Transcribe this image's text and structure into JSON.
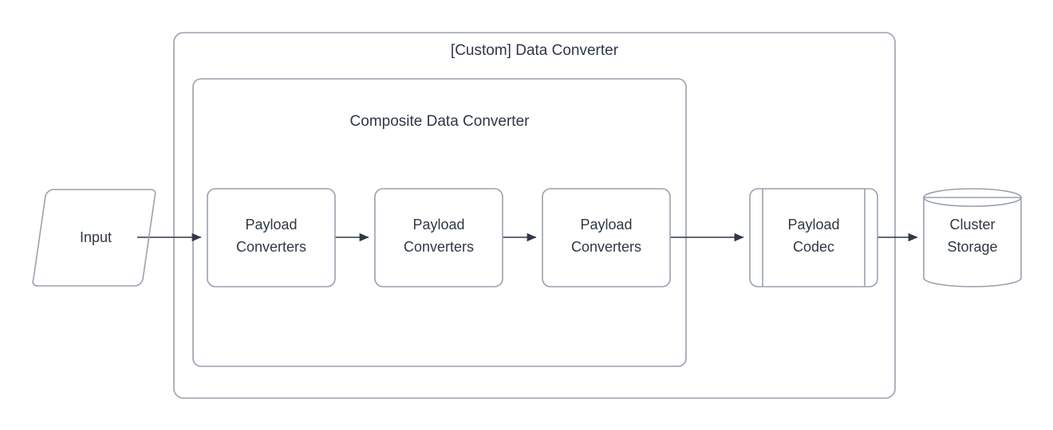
{
  "diagram": {
    "type": "flowchart",
    "title_visible": false,
    "background_color": "#ffffff",
    "stroke_color": "#9aa1ad",
    "connector_color": "#303845",
    "text_color": "#303845",
    "containers": [
      {
        "id": "custom-data-converter",
        "label": "[Custom] Data Converter",
        "shape": "rounded-rectangle",
        "label_position": "top-center"
      },
      {
        "id": "composite-data-converter",
        "label": "Composite Data Converter",
        "shape": "rounded-rectangle",
        "label_position": "top-center"
      }
    ],
    "nodes": [
      {
        "id": "input",
        "label": "Input",
        "shape": "parallelogram"
      },
      {
        "id": "payload-converters-1",
        "label_line1": "Payload",
        "label_line2": "Converters",
        "shape": "rounded-rectangle"
      },
      {
        "id": "payload-converters-2",
        "label_line1": "Payload",
        "label_line2": "Converters",
        "shape": "rounded-rectangle"
      },
      {
        "id": "payload-converters-3",
        "label_line1": "Payload",
        "label_line2": "Converters",
        "shape": "rounded-rectangle"
      },
      {
        "id": "payload-codec",
        "label_line1": "Payload",
        "label_line2": "Codec",
        "shape": "predefined-process"
      },
      {
        "id": "cluster-storage",
        "label_line1": "Cluster",
        "label_line2": "Storage",
        "shape": "cylinder"
      }
    ],
    "edges": [
      {
        "from": "input",
        "to": "payload-converters-1",
        "arrow": "single"
      },
      {
        "from": "payload-converters-1",
        "to": "payload-converters-2",
        "arrow": "single"
      },
      {
        "from": "payload-converters-2",
        "to": "payload-converters-3",
        "arrow": "single"
      },
      {
        "from": "payload-converters-3",
        "to": "payload-codec",
        "arrow": "single"
      },
      {
        "from": "payload-codec",
        "to": "cluster-storage",
        "arrow": "single"
      }
    ]
  }
}
